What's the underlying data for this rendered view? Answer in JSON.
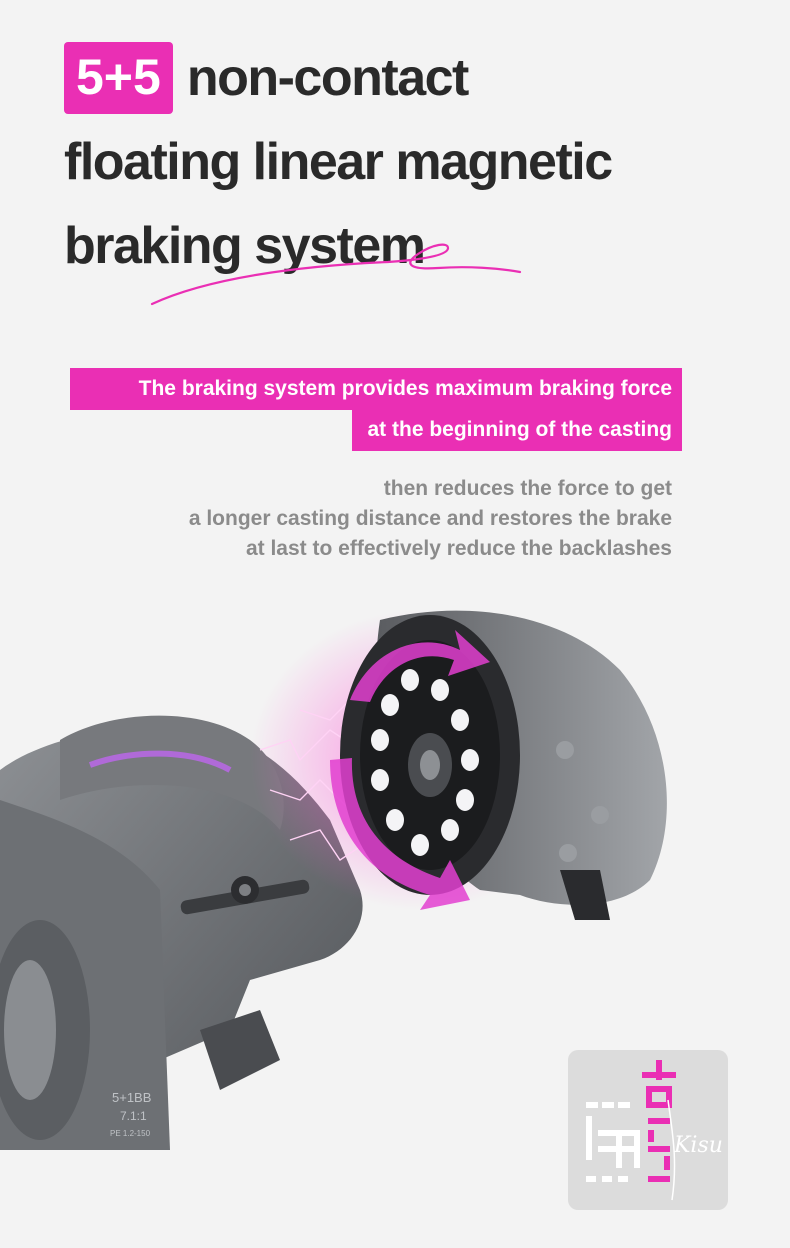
{
  "headline": {
    "badge": "5+5",
    "line1_rest": "non-contact",
    "line2": "floating linear magnetic",
    "line3": "braking system"
  },
  "highlight": {
    "line1": "The braking system provides maximum braking force",
    "line2": "at the beginning of the casting"
  },
  "description": {
    "line1": "then reduces the force to get",
    "line2": "a longer casting distance and restores the brake",
    "line3": "at last to effectively reduce the backlashes"
  },
  "reel_label": {
    "line1": "5+1BB",
    "line2": "7.1:1",
    "line3": "PE 1.2-150"
  },
  "logo": {
    "signature": "Kisu"
  },
  "colors": {
    "accent": "#ea2fb4",
    "headline_text": "#2a2a2a",
    "sub_text": "#8b8b8b",
    "background": "#f3f3f3"
  }
}
